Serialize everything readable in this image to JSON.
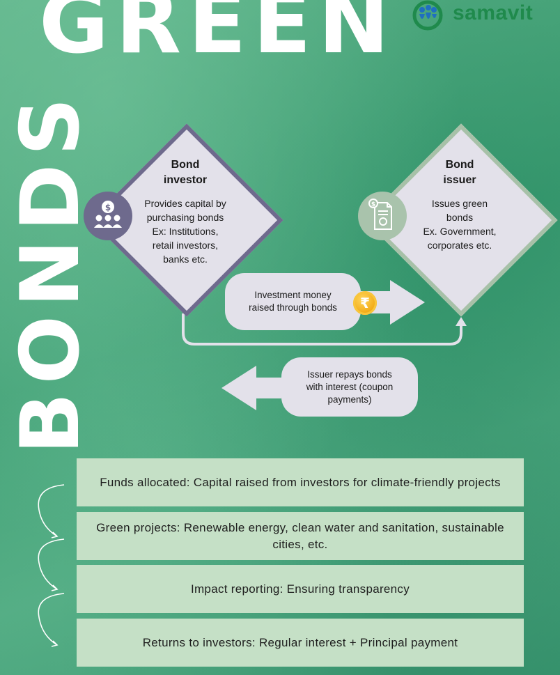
{
  "title": {
    "line1": "GREEN",
    "line2": "BONDS"
  },
  "logo": {
    "text": "samavit"
  },
  "investor": {
    "title_line1": "Bond",
    "title_line2": "investor",
    "body": [
      "Provides capital by",
      "purchasing bonds",
      "Ex: Institutions,",
      "retail investors,",
      "banks etc."
    ],
    "icon": "investor-group-dollar-icon"
  },
  "issuer": {
    "title_line1": "Bond",
    "title_line2": "issuer",
    "body": [
      "Issues green",
      "bonds",
      "Ex. Government,",
      "corporates etc."
    ],
    "icon": "bond-certificate-icon"
  },
  "flows": {
    "investment": [
      "Investment money",
      "raised through bonds"
    ],
    "repayment": [
      "Issuer repays bonds",
      "with interest (coupon",
      "payments)"
    ],
    "coin_symbol": "₹"
  },
  "steps": [
    {
      "text": "Funds allocated: Capital raised from investors for climate-friendly projects"
    },
    {
      "text": "Green projects: Renewable energy, clean water and sanitation, sustainable cities, etc."
    },
    {
      "text": "Impact reporting: Ensuring transparency"
    },
    {
      "text": "Returns to investors: Regular interest + Principal payment"
    }
  ],
  "colors": {
    "investor_accent": "#6e6a8d",
    "issuer_accent": "#a7c1a8",
    "shape_fill": "#e3e1ea",
    "step_fill": "#c5e0c6",
    "logo_green": "#1f8a4c",
    "logo_blue": "#1f6fc0"
  }
}
